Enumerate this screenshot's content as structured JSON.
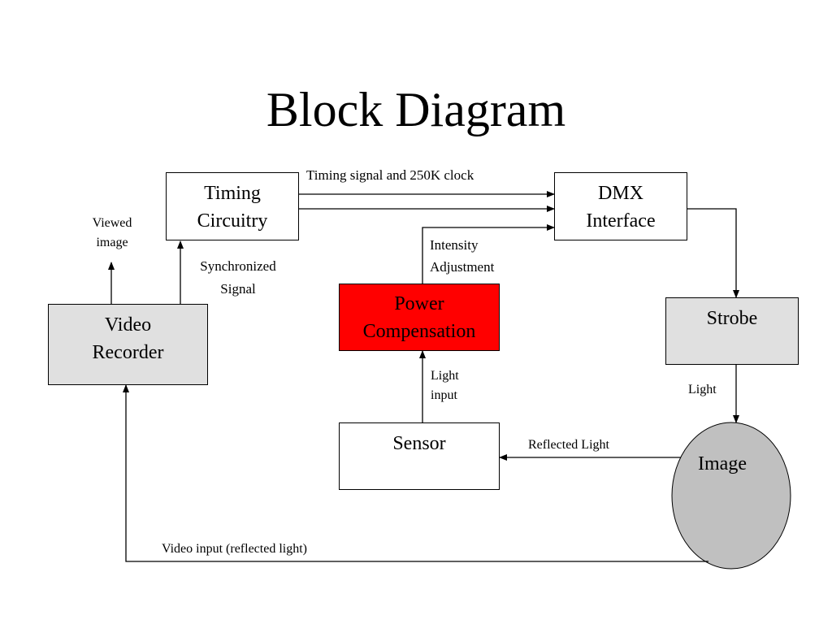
{
  "title": "Block Diagram",
  "blocks": {
    "timing": {
      "line1": "Timing",
      "line2": "Circuitry"
    },
    "dmx": {
      "line1": "DMX",
      "line2": "Interface"
    },
    "video_recorder": {
      "line1": "Video",
      "line2": "Recorder"
    },
    "power_comp": {
      "line1": "Power",
      "line2": "Compensation"
    },
    "strobe": {
      "line1": "Strobe"
    },
    "sensor": {
      "line1": "Sensor"
    },
    "image": {
      "line1": "Image"
    }
  },
  "labels": {
    "timing_signal": "Timing signal and 250K clock",
    "viewed_image": {
      "line1": "Viewed",
      "line2": "image"
    },
    "synchronized_signal": {
      "line1": "Synchronized",
      "line2": "Signal"
    },
    "intensity_adjustment": {
      "line1": "Intensity",
      "line2": "Adjustment"
    },
    "light_input": {
      "line1": "Light",
      "line2": "input"
    },
    "light": "Light",
    "reflected_light": "Reflected Light",
    "video_input": "Video input (reflected light)"
  },
  "colors": {
    "power_compensation_fill": "#ff0000",
    "gray_block_fill": "#e0e0e0",
    "image_ellipse_fill": "#c0c0c0"
  }
}
